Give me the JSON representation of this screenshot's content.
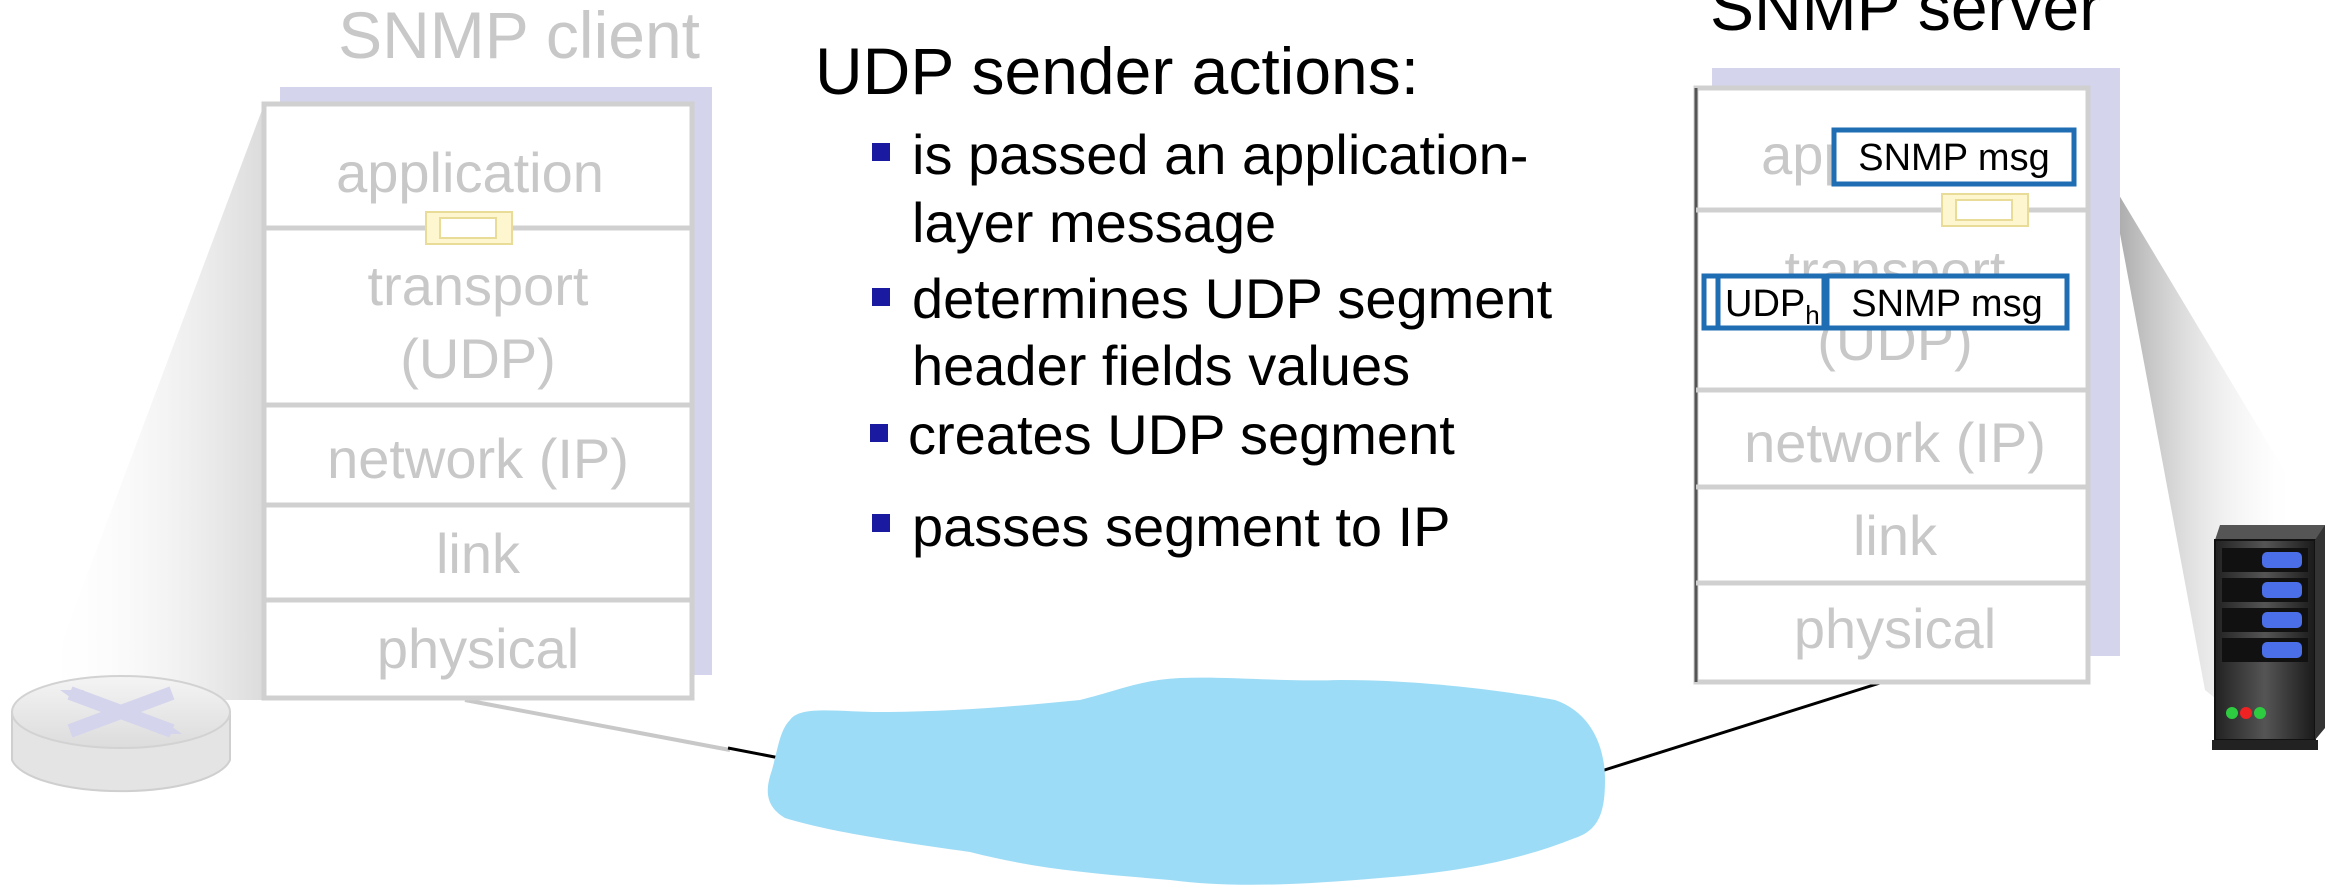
{
  "client": {
    "title": "SNMP client",
    "layers": [
      "application",
      "transport",
      "(UDP)",
      "network (IP)",
      "link",
      "physical"
    ]
  },
  "server": {
    "title": "SNMP server",
    "layers": [
      "application",
      "transport",
      "(UDP)",
      "network (IP)",
      "link",
      "physical"
    ]
  },
  "panel": {
    "heading": "UDP sender actions:",
    "bullets": [
      [
        "is passed an application-",
        "layer message"
      ],
      [
        "determines UDP segment",
        "header fields values"
      ],
      [
        "creates UDP segment"
      ],
      [
        "passes segment to IP"
      ]
    ]
  },
  "messages": {
    "app_msg": "SNMP msg",
    "udp_header": "UDP",
    "udp_header_sub": "h",
    "segment_msg": "SNMP msg"
  },
  "colors": {
    "stack_shadow": "#d4d4ec",
    "layer_border": "#d0d0d0",
    "faded_text": "#c8c8c8",
    "cloud": "#9ddcf6",
    "msg_box": "#1f6eb3",
    "bullet": "#1a1aa0"
  },
  "icons": [
    "router-icon",
    "server-icon",
    "internet-cloud",
    "socket-icon"
  ]
}
